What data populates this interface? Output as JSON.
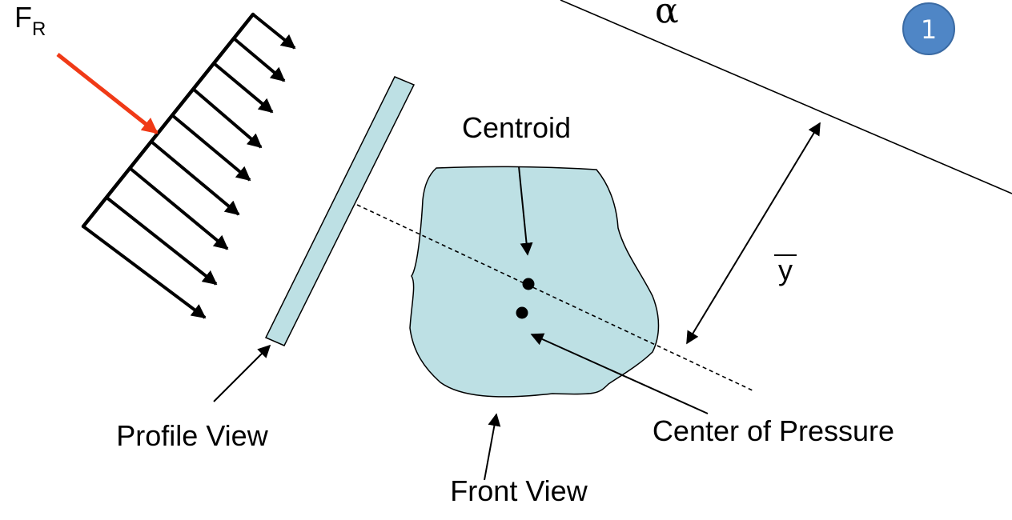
{
  "labels": {
    "force": "F",
    "force_subscript": "R",
    "alpha": "α",
    "badge": "1",
    "centroid": "Centroid",
    "ybar": "y",
    "profile_view": "Profile View",
    "center_of_pressure": "Center of Pressure",
    "front_view": "Front View"
  },
  "colors": {
    "plate_fill": "#bde0e4",
    "force_arrow": "#f03a17",
    "badge_fill": "#4f86c6",
    "badge_stroke": "#3a6aa3",
    "ink": "#000000"
  }
}
